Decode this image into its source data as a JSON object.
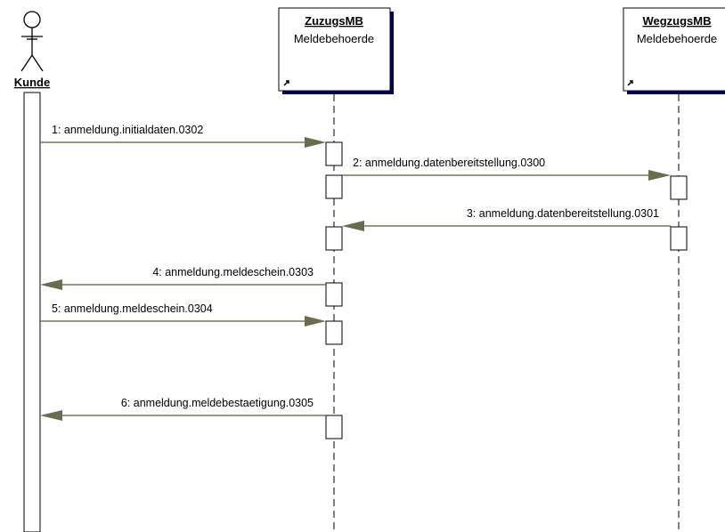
{
  "actor": {
    "label": "Kunde"
  },
  "objects": [
    {
      "id": "zuzug",
      "name": "ZuzugsMB",
      "type": "Meldebehoerde"
    },
    {
      "id": "wegzug",
      "name": "WegzugsMB",
      "type": "Meldebehoerde"
    }
  ],
  "messages": [
    {
      "label": "1: anmeldung.initialdaten.0302",
      "from": "actor",
      "to": "zuzug"
    },
    {
      "label": "2: anmeldung.datenbereitstellung.0300",
      "from": "zuzug",
      "to": "wegzug"
    },
    {
      "label": "3: anmeldung.datenbereitstellung.0301",
      "from": "wegzug",
      "to": "zuzug"
    },
    {
      "label": "4: anmeldung.meldeschein.0303",
      "from": "zuzug",
      "to": "actor"
    },
    {
      "label": "5: anmeldung.meldeschein.0304",
      "from": "actor",
      "to": "zuzug"
    },
    {
      "label": "6: anmeldung.meldebestaetigung.0305",
      "from": "zuzug",
      "to": "actor"
    }
  ]
}
